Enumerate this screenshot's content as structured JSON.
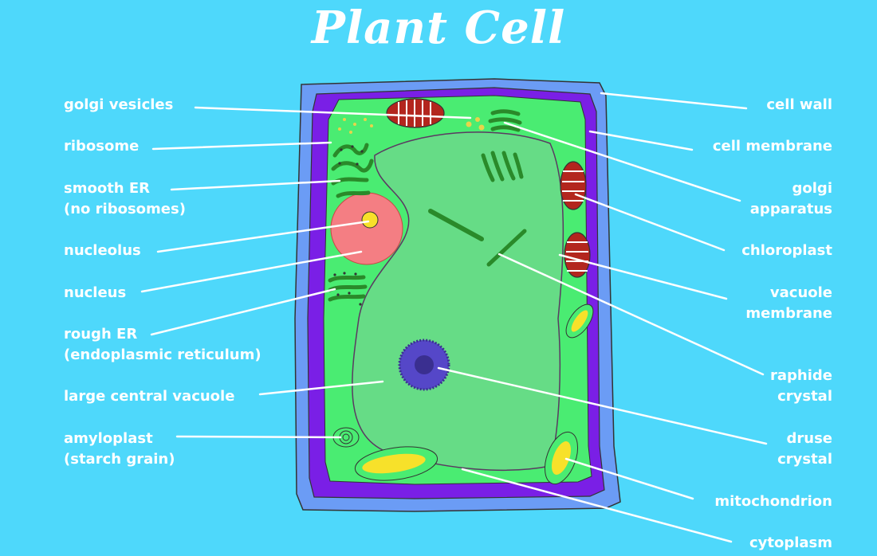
{
  "title": "Plant Cell",
  "colors": {
    "background": "#4ed8fb",
    "cell_wall": "#6b9cf5",
    "cell_membrane": "#7a1fe6",
    "cytoplasm": "#4aec72",
    "vacuole": "#66dc86",
    "nucleus": "#f47e83",
    "nucleolus": "#f7e12a",
    "chloroplast": "#b3261e",
    "druse_crystal": "#5547c8",
    "label_text": "#ffffff"
  },
  "labels_left": [
    {
      "id": "golgi-vesicles",
      "lines": [
        "golgi vesicles"
      ]
    },
    {
      "id": "ribosome",
      "lines": [
        "ribosome"
      ]
    },
    {
      "id": "smooth-er",
      "lines": [
        "smooth ER",
        "(no ribosomes)"
      ]
    },
    {
      "id": "nucleolus",
      "lines": [
        "nucleolus"
      ]
    },
    {
      "id": "nucleus",
      "lines": [
        "nucleus"
      ]
    },
    {
      "id": "rough-er",
      "lines": [
        "rough ER",
        "(endoplasmic reticulum)"
      ]
    },
    {
      "id": "large-central-vacuole",
      "lines": [
        "large central vacuole"
      ]
    },
    {
      "id": "amyloplast",
      "lines": [
        "amyloplast",
        "(starch grain)"
      ]
    }
  ],
  "labels_right": [
    {
      "id": "cell-wall",
      "lines": [
        "cell wall"
      ]
    },
    {
      "id": "cell-membrane",
      "lines": [
        "cell membrane"
      ]
    },
    {
      "id": "golgi-apparatus",
      "lines": [
        "golgi",
        "apparatus"
      ]
    },
    {
      "id": "chloroplast",
      "lines": [
        "chloroplast"
      ]
    },
    {
      "id": "vacuole-membrane",
      "lines": [
        "vacuole",
        "membrane"
      ]
    },
    {
      "id": "raphide-crystal",
      "lines": [
        "raphide",
        "crystal"
      ]
    },
    {
      "id": "druse-crystal",
      "lines": [
        "druse",
        "crystal"
      ]
    },
    {
      "id": "mitochondrion",
      "lines": [
        "mitochondrion"
      ]
    },
    {
      "id": "cytoplasm",
      "lines": [
        "cytoplasm"
      ]
    }
  ]
}
